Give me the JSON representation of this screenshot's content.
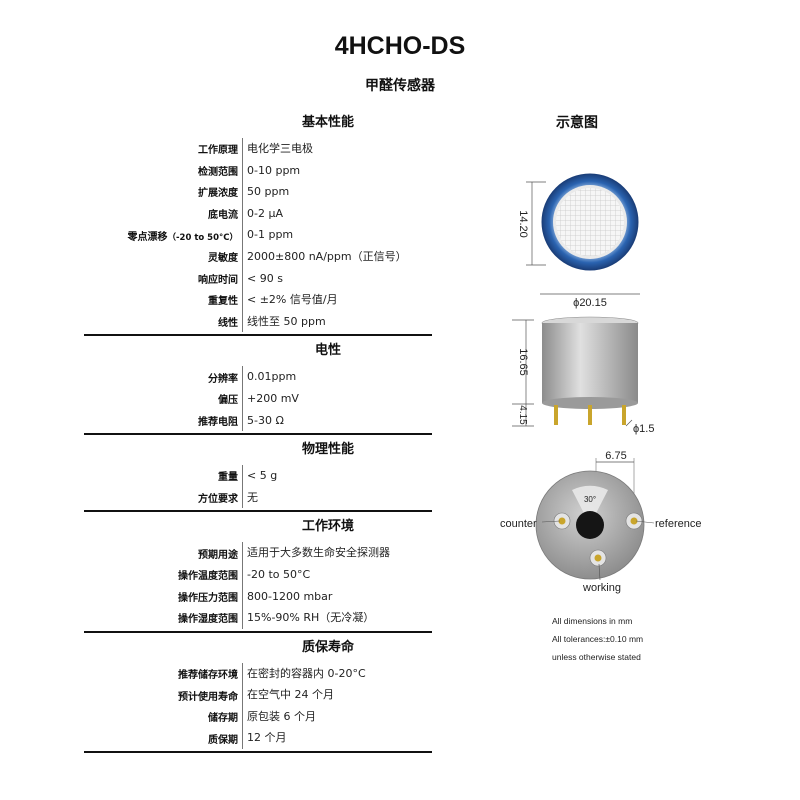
{
  "title": "4HCHO-DS",
  "subtitle": "甲醛传感器",
  "sections": [
    {
      "title": "基本性能",
      "rows": [
        {
          "k": "工作原理",
          "v": "电化学三电极"
        },
        {
          "k": "检测范围",
          "v": "0-10 ppm"
        },
        {
          "k": "扩展浓度",
          "v": "50 ppm"
        },
        {
          "k": "底电流",
          "v": "0-2 μA"
        },
        {
          "k": "零点漂移",
          "ks": "（-20 to 50°C）",
          "v": "0-1 ppm"
        },
        {
          "k": "灵敏度",
          "v": "2000±800 nA/ppm（正信号）"
        },
        {
          "k": "响应时间",
          "v": "< 90 s"
        },
        {
          "k": "重复性",
          "v": "< ±2% 信号值/月"
        },
        {
          "k": "线性",
          "v": "线性至 50 ppm"
        }
      ]
    },
    {
      "title": "电性",
      "rows": [
        {
          "k": "分辨率",
          "v": "0.01ppm"
        },
        {
          "k": "偏压",
          "v": "+200 mV"
        },
        {
          "k": "推荐电阻",
          "v": "5-30 Ω"
        }
      ]
    },
    {
      "title": "物理性能",
      "rows": [
        {
          "k": "重量",
          "v": "< 5 g"
        },
        {
          "k": "方位要求",
          "v": "无"
        }
      ]
    },
    {
      "title": "工作环境",
      "rows": [
        {
          "k": "预期用途",
          "v": "适用于大多数生命安全探测器"
        },
        {
          "k": "操作温度范围",
          "v": "-20 to 50°C"
        },
        {
          "k": "操作压力范围",
          "v": "800-1200 mbar"
        },
        {
          "k": "操作湿度范围",
          "v": "15%-90% RH（无冷凝）"
        }
      ]
    },
    {
      "title": "质保寿命",
      "rows": [
        {
          "k": "推荐储存环境",
          "v": "在密封的容器内 0-20°C"
        },
        {
          "k": "预计使用寿命",
          "v": "在空气中 24 个月"
        },
        {
          "k": "储存期",
          "v": "原包装 6 个月"
        },
        {
          "k": "质保期",
          "v": "12 个月"
        }
      ]
    }
  ],
  "diagram": {
    "title": "示意图",
    "dim_top_height": "14.20",
    "dim_diameter": "ϕ20.15",
    "dim_body_height": "16.65",
    "dim_pin_length": "4.15",
    "dim_pin_diameter": "ϕ1.5",
    "dim_pin_spacing": "6.75",
    "angle": "30°",
    "label_counter": "counter",
    "label_reference": "reference",
    "label_working": "working",
    "colors": {
      "ring_blue": "#2a63b0",
      "body_gray": "#b8b8b8",
      "pin_gold": "#c9a52c"
    }
  },
  "notes": [
    "All dimensions in mm",
    "All tolerances:±0.10 mm",
    "unless otherwise stated"
  ]
}
